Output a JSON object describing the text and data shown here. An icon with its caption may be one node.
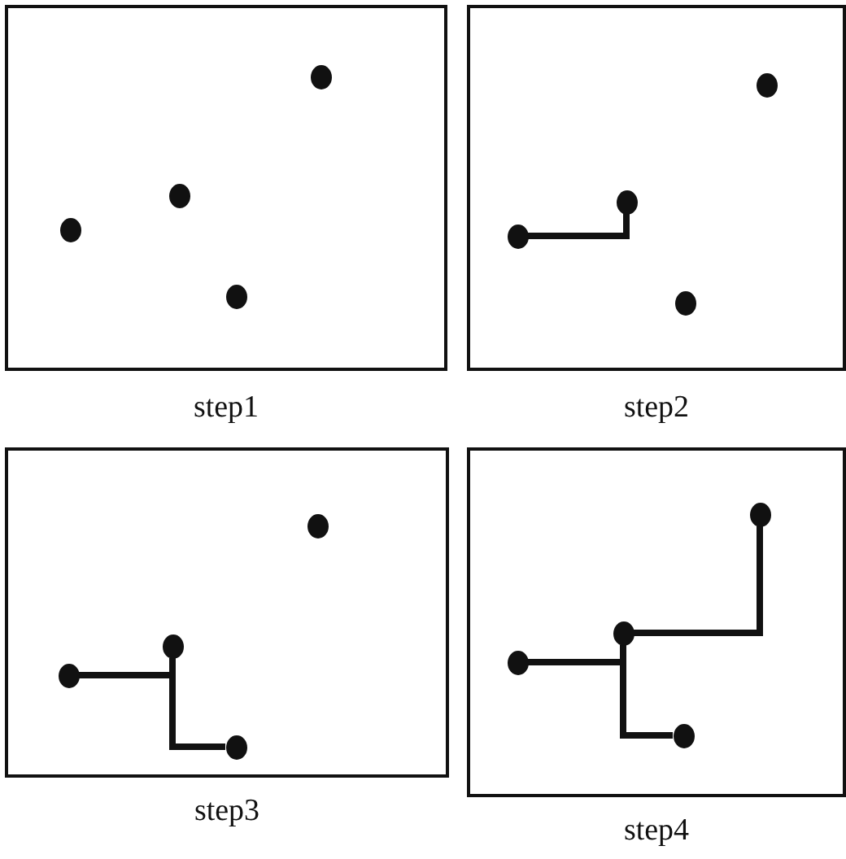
{
  "diagram": {
    "nodes": [
      {
        "text": [
          "step1"
        ]
      },
      {
        "text": [],
        "shape": "circle",
        "in": 0
      },
      {
        "text": [],
        "shape": "circle",
        "in": 0
      },
      {
        "text": [],
        "shape": "circle",
        "in": 0
      },
      {
        "text": [],
        "shape": "circle",
        "in": 0
      },
      {
        "text": [
          "step2"
        ]
      },
      {
        "text": [],
        "shape": "circle",
        "in": 5
      },
      {
        "text": [],
        "shape": "circle",
        "in": 5
      },
      {
        "text": [],
        "shape": "circle",
        "in": 5
      },
      {
        "text": [],
        "shape": "circle",
        "in": 5
      },
      {
        "text": [
          "step3"
        ]
      },
      {
        "text": [],
        "shape": "circle",
        "in": 10
      },
      {
        "text": [],
        "shape": "circle",
        "in": 10
      },
      {
        "text": [],
        "shape": "circle",
        "in": 10
      },
      {
        "text": [],
        "shape": "circle",
        "in": 10
      },
      {
        "text": [
          "step4"
        ]
      },
      {
        "text": [],
        "shape": "circle",
        "in": 15
      },
      {
        "text": [],
        "shape": "circle",
        "in": 15
      },
      {
        "text": [],
        "shape": "circle",
        "in": 15
      },
      {
        "text": [],
        "shape": "circle",
        "in": 15
      }
    ],
    "edges": [
      {
        "from": 6,
        "to": 7,
        "arrow": "none"
      },
      {
        "from": 11,
        "to": 12,
        "arrow": "none"
      },
      {
        "from": 12,
        "to": 13,
        "arrow": "none"
      },
      {
        "from": 16,
        "to": 17,
        "arrow": "none"
      },
      {
        "from": 17,
        "to": 18,
        "arrow": "none"
      },
      {
        "from": 17,
        "to": 19,
        "arrow": "none"
      }
    ]
  }
}
